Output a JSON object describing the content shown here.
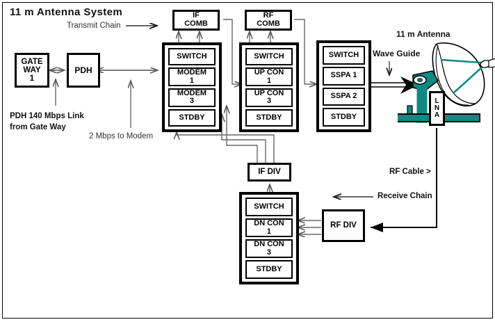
{
  "title": "11 m Antenna System",
  "colors": {
    "line": "#000000",
    "teal": "#0f8a83",
    "background": "#ffffff",
    "wire_gray": "#888888"
  },
  "labels": {
    "transmit_chain": "Transmit Chain",
    "pdh_link": "PDH 140 Mbps Link\nfrom Gate Way",
    "mbps_to_modem": "2 Mbps to Modem",
    "antenna": "11 m Antenna",
    "wave_guide": "Wave Guide",
    "rf_cable": "RF Cable >",
    "receive_chain": "Receive Chain"
  },
  "boxes": {
    "gateway": "GATE\nWAY\n1",
    "pdh": "PDH",
    "if_comb": "IF\nCOMB",
    "rf_comb": "RF\nCOMB",
    "if_div": "IF DIV",
    "rf_div": "RF DIV",
    "lna": [
      "L",
      "N",
      "A"
    ]
  },
  "racks": {
    "modem_rack": {
      "name": "modem-rack",
      "slots": [
        "SWITCH",
        "MODEM\n1",
        "MODEM\n3",
        "STDBY"
      ]
    },
    "upcon_rack": {
      "name": "upconverter-rack",
      "slots": [
        "SWITCH",
        "UP CON\n1",
        "UP CON\n3",
        "STDBY"
      ]
    },
    "sspa_rack": {
      "name": "sspa-rack",
      "slots": [
        "SWITCH",
        "SSPA 1",
        "SSPA 2",
        "STDBY"
      ]
    },
    "dncon_rack": {
      "name": "downconverter-rack",
      "slots": [
        "SWITCH",
        "DN CON\n1",
        "DN CON\n3",
        "STDBY"
      ]
    }
  }
}
